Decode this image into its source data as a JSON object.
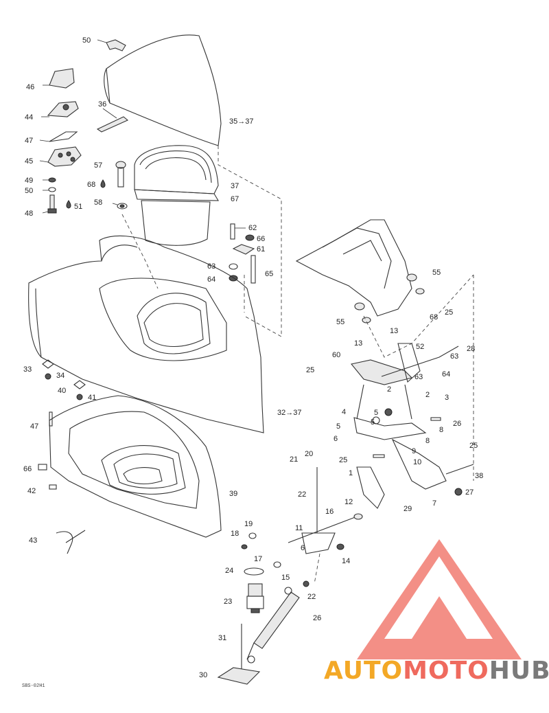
{
  "diagram": {
    "code": "SBS-02H1",
    "labels": [
      {
        "id": "l50a",
        "text": "50"
      },
      {
        "id": "l46",
        "text": "46"
      },
      {
        "id": "l44",
        "text": "44"
      },
      {
        "id": "l47a",
        "text": "47"
      },
      {
        "id": "l45",
        "text": "45"
      },
      {
        "id": "l49",
        "text": "49"
      },
      {
        "id": "l50b",
        "text": "50"
      },
      {
        "id": "l48",
        "text": "48"
      },
      {
        "id": "l51",
        "text": "51"
      },
      {
        "id": "l36",
        "text": "36"
      },
      {
        "id": "l35",
        "text": "35→37"
      },
      {
        "id": "l57",
        "text": "57"
      },
      {
        "id": "l68a",
        "text": "68"
      },
      {
        "id": "l58",
        "text": "58"
      },
      {
        "id": "l37",
        "text": "37"
      },
      {
        "id": "l67",
        "text": "67"
      },
      {
        "id": "l62",
        "text": "62"
      },
      {
        "id": "l66a",
        "text": "66"
      },
      {
        "id": "l61",
        "text": "61"
      },
      {
        "id": "l63a",
        "text": "63"
      },
      {
        "id": "l64a",
        "text": "64"
      },
      {
        "id": "l65",
        "text": "65"
      },
      {
        "id": "l55a",
        "text": "55"
      },
      {
        "id": "l55b",
        "text": "55"
      },
      {
        "id": "l13a",
        "text": "13"
      },
      {
        "id": "l68b",
        "text": "68"
      },
      {
        "id": "l25a",
        "text": "25"
      },
      {
        "id": "l52",
        "text": "52"
      },
      {
        "id": "l13b",
        "text": "13"
      },
      {
        "id": "l28",
        "text": "28"
      },
      {
        "id": "l63b",
        "text": "63"
      },
      {
        "id": "l60",
        "text": "60"
      },
      {
        "id": "l63c",
        "text": "63"
      },
      {
        "id": "l64b",
        "text": "64"
      },
      {
        "id": "l25b",
        "text": "25"
      },
      {
        "id": "l33",
        "text": "33"
      },
      {
        "id": "l34",
        "text": "34"
      },
      {
        "id": "l40",
        "text": "40"
      },
      {
        "id": "l41",
        "text": "41"
      },
      {
        "id": "l32",
        "text": "32→37"
      },
      {
        "id": "l2a",
        "text": "2"
      },
      {
        "id": "l2b",
        "text": "2"
      },
      {
        "id": "l3",
        "text": "3"
      },
      {
        "id": "l4",
        "text": "4"
      },
      {
        "id": "l5a",
        "text": "5"
      },
      {
        "id": "l5b",
        "text": "5"
      },
      {
        "id": "l8a",
        "text": "8"
      },
      {
        "id": "l26a",
        "text": "26"
      },
      {
        "id": "l5c",
        "text": "5"
      },
      {
        "id": "l6a",
        "text": "6"
      },
      {
        "id": "l8b",
        "text": "8"
      },
      {
        "id": "l9",
        "text": "9"
      },
      {
        "id": "l10",
        "text": "10"
      },
      {
        "id": "l47b",
        "text": "47"
      },
      {
        "id": "l66b",
        "text": "66"
      },
      {
        "id": "l42",
        "text": "42"
      },
      {
        "id": "l39",
        "text": "39"
      },
      {
        "id": "l21",
        "text": "21"
      },
      {
        "id": "l20",
        "text": "20"
      },
      {
        "id": "l22a",
        "text": "22"
      },
      {
        "id": "l25c",
        "text": "25"
      },
      {
        "id": "l1",
        "text": "1"
      },
      {
        "id": "l25d",
        "text": "25"
      },
      {
        "id": "l38",
        "text": "38"
      },
      {
        "id": "l27",
        "text": "27"
      },
      {
        "id": "l7",
        "text": "7"
      },
      {
        "id": "l12",
        "text": "12"
      },
      {
        "id": "l29",
        "text": "29"
      },
      {
        "id": "l16",
        "text": "16"
      },
      {
        "id": "l43",
        "text": "43"
      },
      {
        "id": "l19",
        "text": "19"
      },
      {
        "id": "l18",
        "text": "18"
      },
      {
        "id": "l11",
        "text": "11"
      },
      {
        "id": "l17",
        "text": "17"
      },
      {
        "id": "l6b",
        "text": "6"
      },
      {
        "id": "l14",
        "text": "14"
      },
      {
        "id": "l24",
        "text": "24"
      },
      {
        "id": "l15",
        "text": "15"
      },
      {
        "id": "l23",
        "text": "23"
      },
      {
        "id": "l22b",
        "text": "22"
      },
      {
        "id": "l26b",
        "text": "26"
      },
      {
        "id": "l31",
        "text": "31"
      },
      {
        "id": "l30",
        "text": "30"
      }
    ]
  },
  "watermark": {
    "part1": "AUTO",
    "part2": "MOTO",
    "part3": "HUB",
    "color1": "#f3a826",
    "color2": "#ef6a5e",
    "color3": "#7a7a7a",
    "logo_color": "#ef6a5e"
  }
}
